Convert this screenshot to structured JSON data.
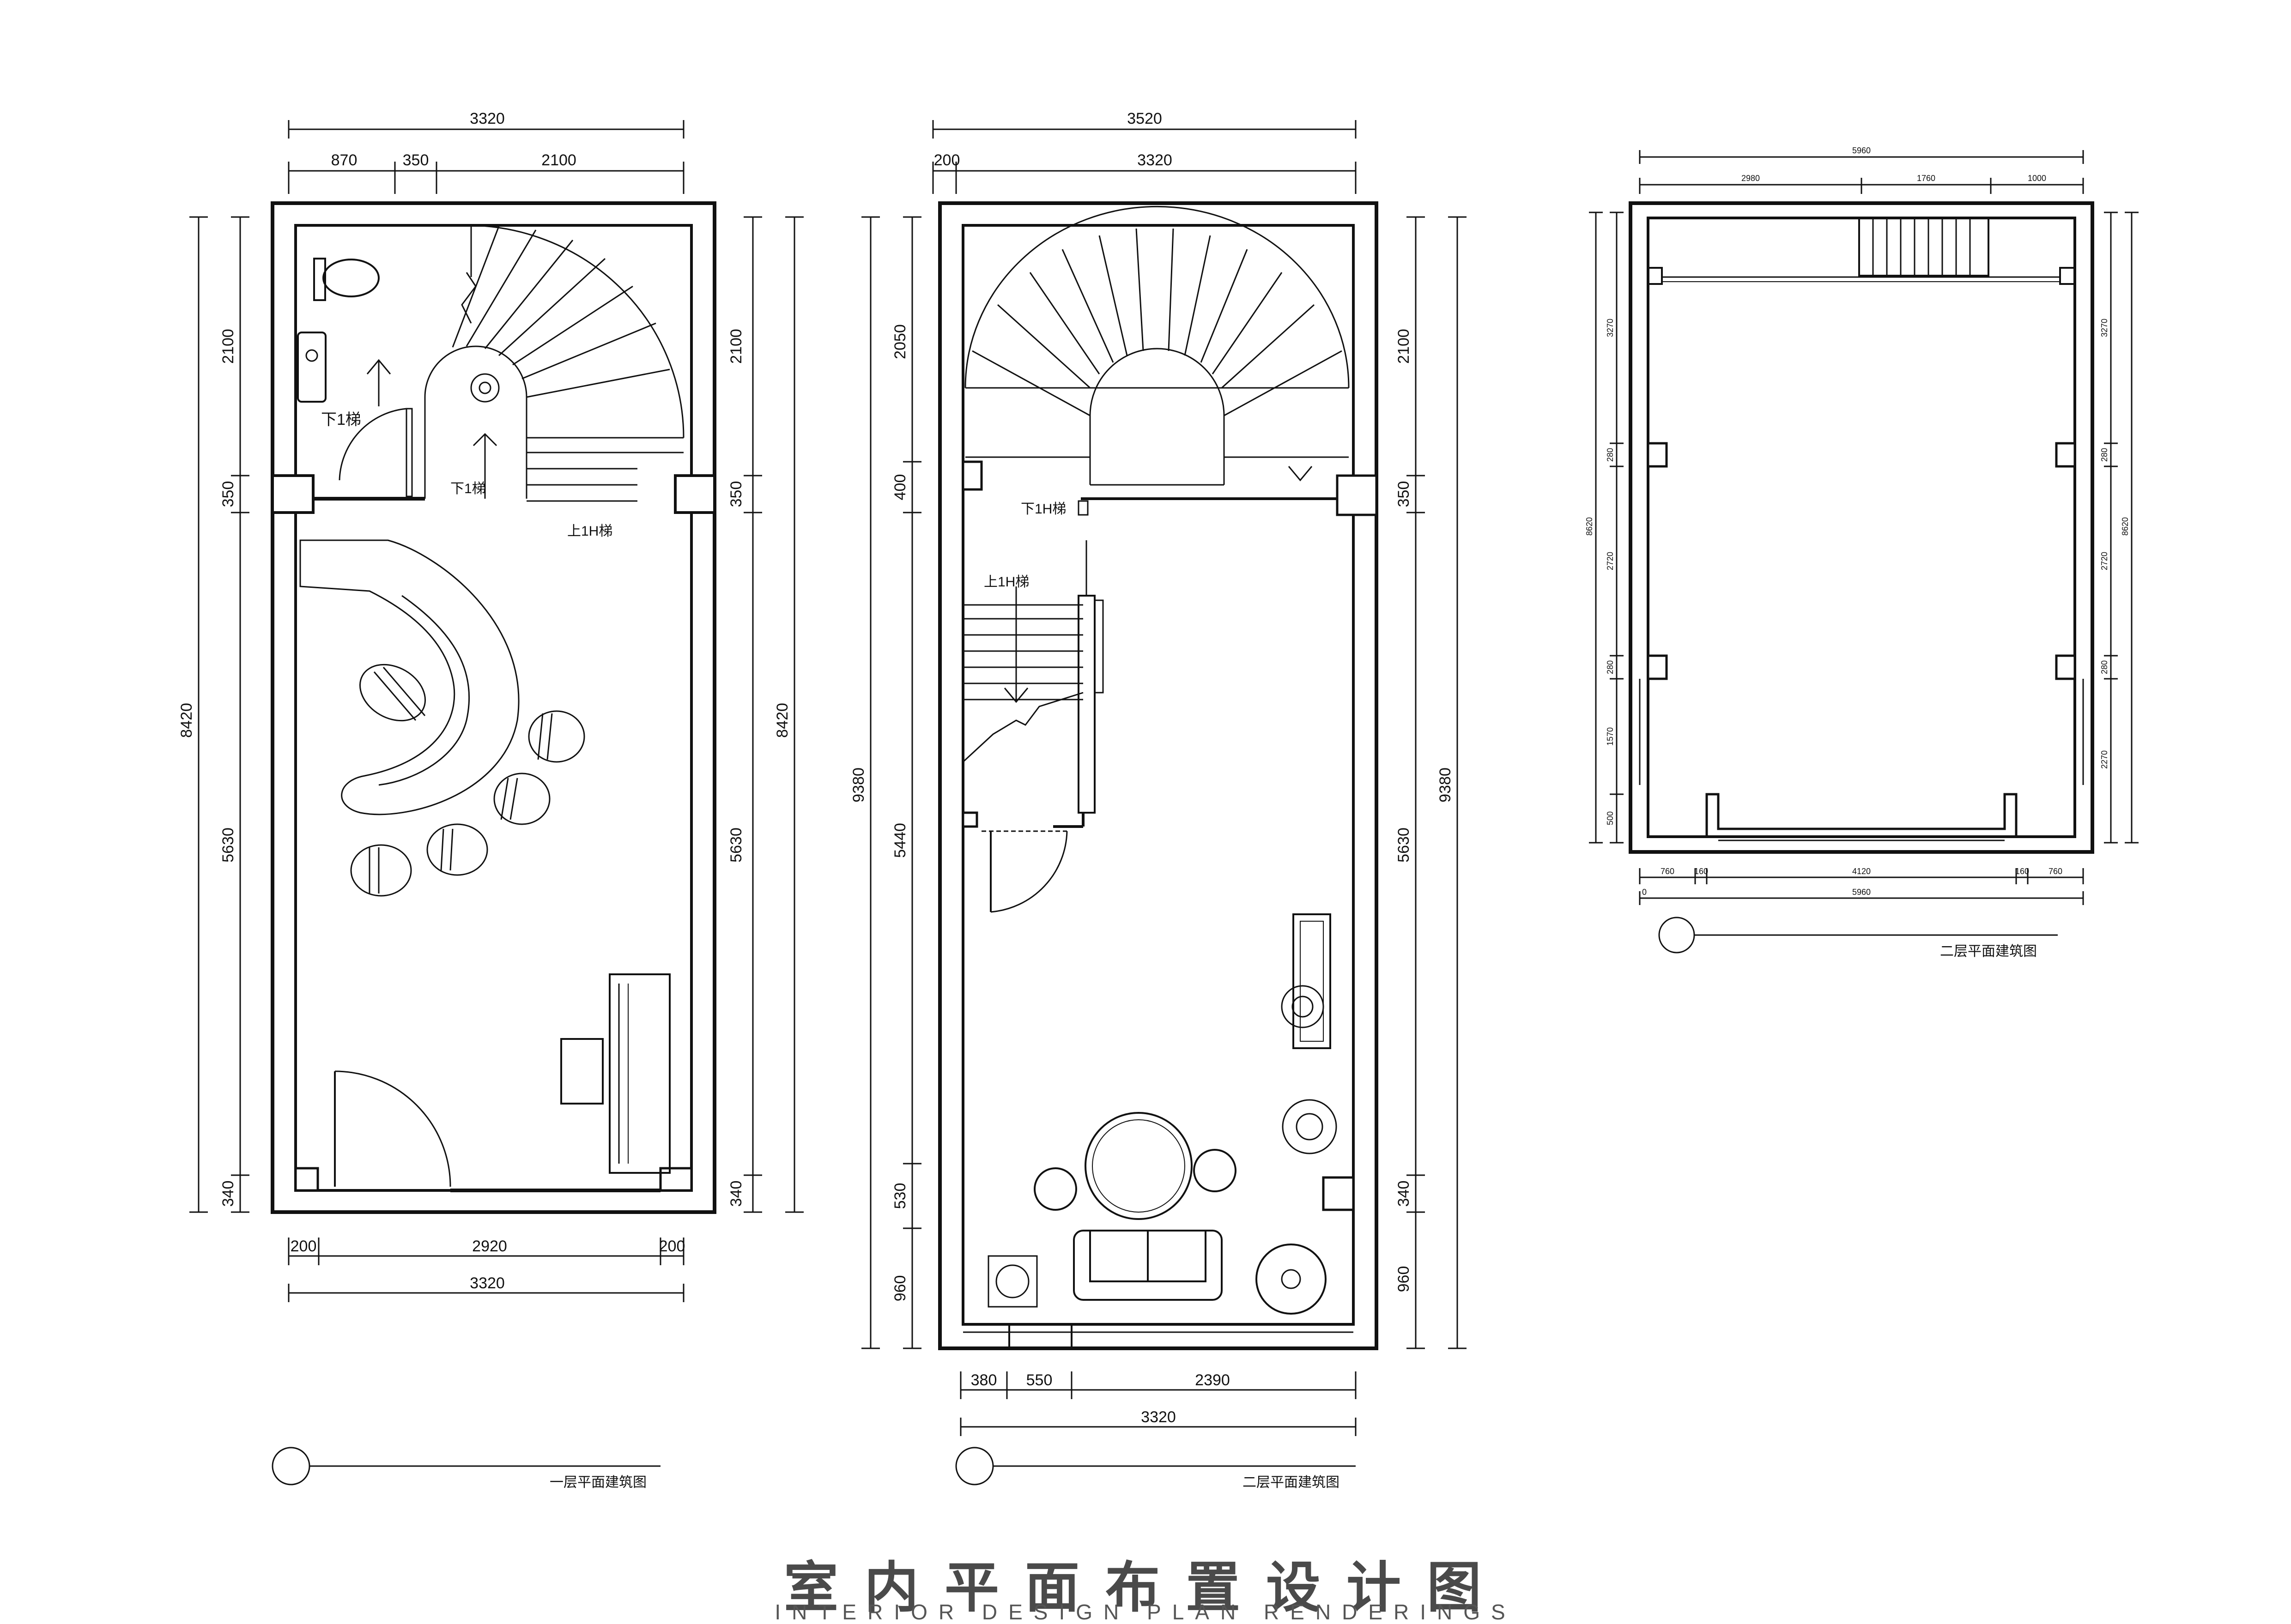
{
  "title": {
    "cn": "室内平面布置设计图",
    "en": "INTERIOR DESIGN PLAN RENDERINGS"
  },
  "plans": [
    {
      "caption": "一层平面建筑图",
      "top_dims": [
        "3320",
        "870",
        "350",
        "2100"
      ],
      "left_dims": [
        "2100",
        "350",
        "5630",
        "340",
        "8420"
      ],
      "right_dims": [
        "2100",
        "350",
        "5630",
        "340",
        "8420"
      ],
      "bottom_dims": [
        "200",
        "2920",
        "200",
        "3320"
      ],
      "labels": [
        "下1梯",
        "下1梯",
        "上1H梯"
      ]
    },
    {
      "caption": "二层平面建筑图",
      "top_dims": [
        "3520",
        "200",
        "3320"
      ],
      "left_dims": [
        "2050",
        "400",
        "5440",
        "530",
        "960",
        "9380"
      ],
      "right_dims": [
        "2100",
        "350",
        "5630",
        "340",
        "960",
        "9380"
      ],
      "bottom_dims": [
        "380",
        "550",
        "2390",
        "3320"
      ],
      "labels": [
        "下1H梯",
        "上1H梯"
      ]
    },
    {
      "caption": "二层平面建筑图",
      "top_dims": [
        "5960",
        "2980",
        "1760",
        "1000"
      ],
      "left_dims": [
        "3270",
        "280",
        "2720",
        "280",
        "1570",
        "500",
        "8620"
      ],
      "right_dims": [
        "3270",
        "280",
        "2720",
        "280",
        "2270",
        "8620"
      ],
      "bottom_dims": [
        "760",
        "160",
        "4120",
        "160",
        "760",
        "5960",
        "0"
      ],
      "labels": []
    }
  ]
}
